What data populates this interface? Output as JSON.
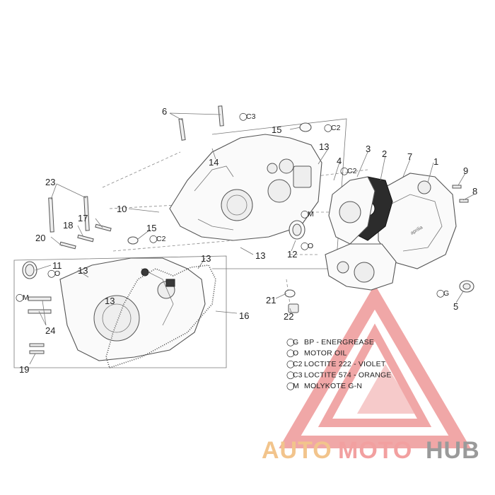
{
  "callouts": {
    "c1": "1",
    "c2": "2",
    "c3": "3",
    "c4": "4",
    "c5": "5",
    "c6": "6",
    "c7": "7",
    "c8": "8",
    "c9": "9",
    "c10": "10",
    "c11": "11",
    "c12": "12",
    "c13a": "13",
    "c13b": "13",
    "c13c": "13",
    "c13d": "13",
    "c13e": "13",
    "c14": "14",
    "c15a": "15",
    "c15b": "15",
    "c16": "16",
    "c17": "17",
    "c18": "18",
    "c19": "19",
    "c20": "20",
    "c21": "21",
    "c22": "22",
    "c23": "23",
    "c24": "24"
  },
  "part_codes": {
    "c3_top": "C3",
    "c2_15top": "C2",
    "c2_4": "C2",
    "c2_15mid": "C2",
    "m_12": "M",
    "o_12": "O",
    "o_11": "O",
    "m_left": "M",
    "g_5": "G"
  },
  "legend": [
    {
      "code": "G",
      "text": "BP - ENERGREASE"
    },
    {
      "code": "O",
      "text": "MOTOR OIL"
    },
    {
      "code": "C2",
      "text": "LOCTITE 222 - VIOLET"
    },
    {
      "code": "C3",
      "text": "LOCTITE 574 - ORANGE"
    },
    {
      "code": "M",
      "text": "MOLYKOTE G-N"
    }
  ],
  "watermark": {
    "part1": "AUTO",
    "part2": "MOTO",
    "part3": "HUB",
    "colors": {
      "auto": "#f2c48c",
      "moto": "#f2a0a0",
      "hub": "#9a9a9a",
      "triangle": "#ec8a8a"
    }
  }
}
